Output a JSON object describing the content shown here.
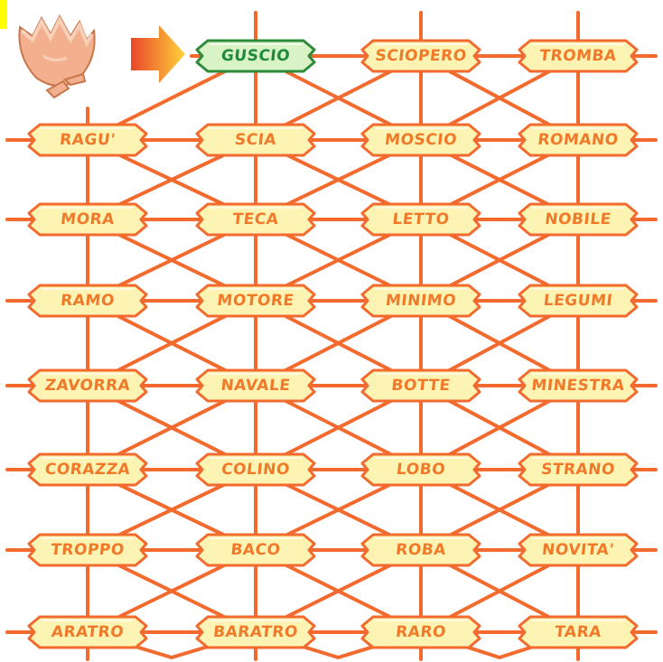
{
  "colors": {
    "path": "#f26a2e",
    "node_fill": "#fdf3b3",
    "node_border": "#f26a2e",
    "word_text": "#f07a2a",
    "start_fill": "#d9f2c6",
    "start_border": "#2e8b3a",
    "start_text": "#1e8a3c",
    "marker": "#ffff00",
    "arrow_light": "#ffd23a",
    "arrow_dark": "#e8462a",
    "shell": "#f2b08e",
    "shell_outline": "#c8764c"
  },
  "icons": {
    "start_picture": "broken-eggshell-icon",
    "start_pointer": "arrow-right-icon"
  },
  "grid": {
    "rows": [
      [
        "GUSCIO",
        "SCIOPERO",
        "TROMBA"
      ],
      [
        "RAGU'",
        "SCIA",
        "MOSCIO",
        "ROMANO"
      ],
      [
        "MORA",
        "TECA",
        "LETTO",
        "NOBILE"
      ],
      [
        "RAMO",
        "MOTORE",
        "MINIMO",
        "LEGUMI"
      ],
      [
        "ZAVORRA",
        "NAVALE",
        "BOTTE",
        "MINESTRA"
      ],
      [
        "CORAZZA",
        "COLINO",
        "LOBO",
        "STRANO"
      ],
      [
        "TROPPO",
        "BACO",
        "ROBA",
        "NOVITA'"
      ],
      [
        "ARATRO",
        "BARATRO",
        "RARO",
        "TARA"
      ]
    ],
    "start_word": "GUSCIO"
  }
}
